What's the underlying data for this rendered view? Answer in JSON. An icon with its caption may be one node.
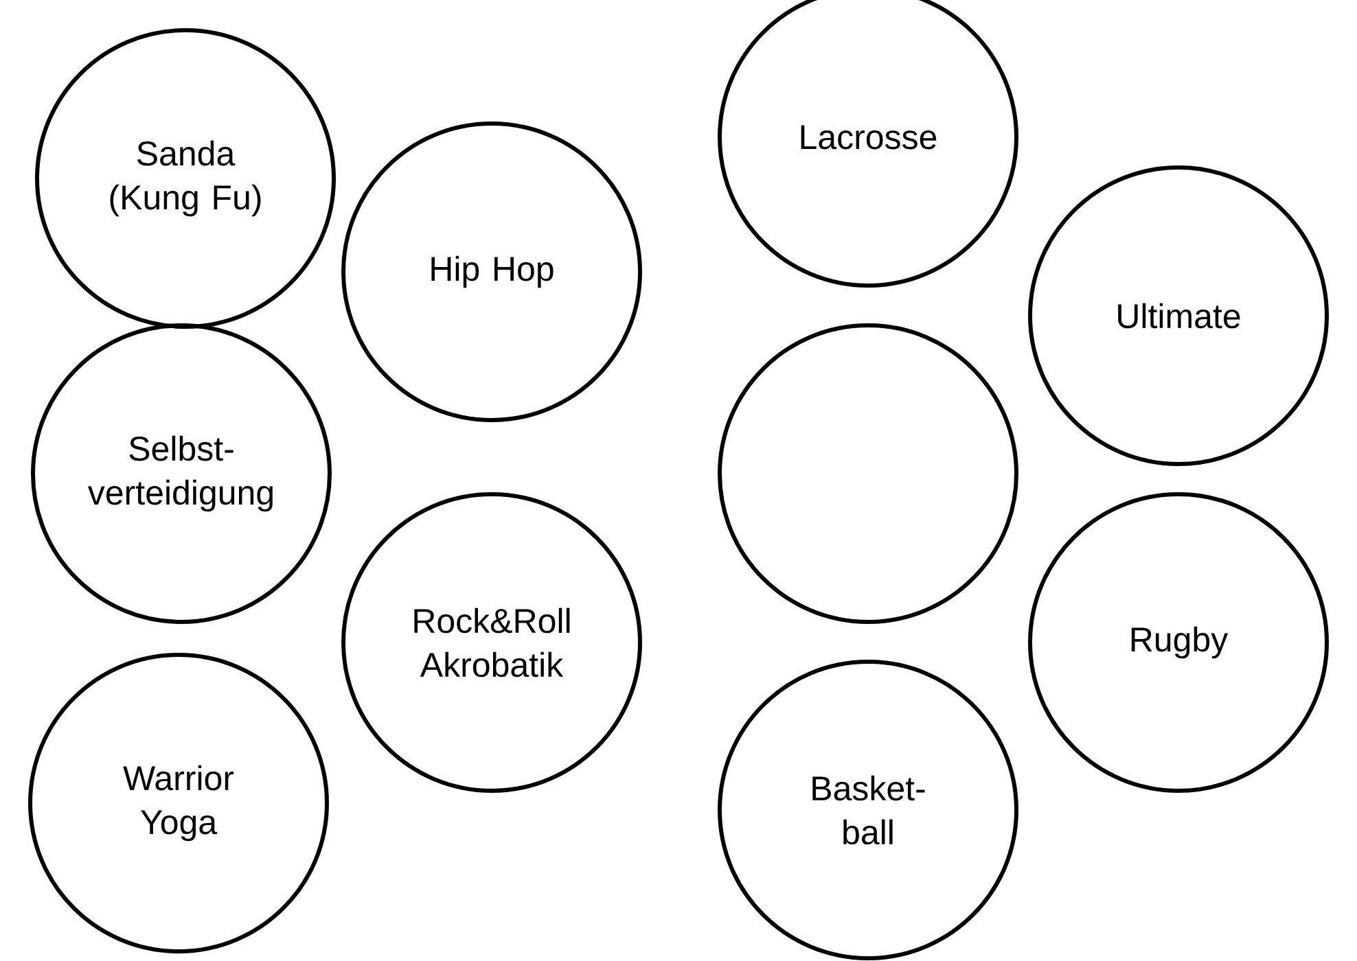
{
  "diagram": {
    "nodes": [
      {
        "text": [
          "Sanda (Kung Fu)"
        ]
      },
      {
        "text": [
          "Hip Hop"
        ]
      },
      {
        "text": [
          "Selbst- verteidigung"
        ]
      },
      {
        "text": [
          "Rock&Roll Akrobatik"
        ]
      },
      {
        "text": [
          "Warrior Yoga"
        ]
      },
      {
        "text": [
          "Lacrosse"
        ]
      },
      {
        "text": [
          "Ultimate"
        ]
      },
      {
        "text": [],
        "shape": "circle"
      },
      {
        "text": [
          "Rugby"
        ]
      },
      {
        "text": [
          "Basket- ball"
        ]
      }
    ]
  }
}
